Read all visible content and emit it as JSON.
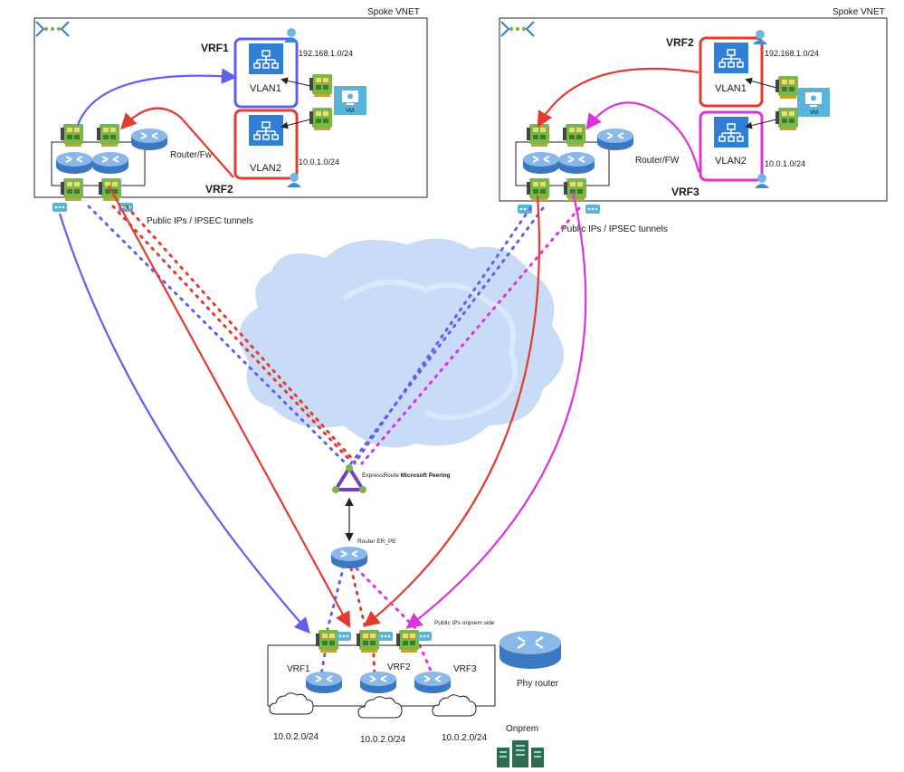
{
  "colors": {
    "blue": "#6060ee",
    "red": "#e03c31",
    "magenta": "#dd33dd",
    "vlan_box": "#2f7fd6",
    "router_blue": "#5b9bd5",
    "nic_green": "#7ab648",
    "cloud": "#c9dcf7"
  },
  "left_vnet": {
    "title": "Spoke VNET",
    "vrf_a": "VRF1",
    "vrf_b": "VRF2",
    "vlan_a": "VLAN1",
    "vlan_b": "VLAN2",
    "subnet_a": "192.168.1.0/24",
    "subnet_b": "10.0.1.0/24",
    "router_label": "Router/Fw",
    "vm_label": "VM"
  },
  "right_vnet": {
    "title": "Spoke VNET",
    "vrf_a": "VRF2",
    "vrf_b": "VRF3",
    "vlan_a": "VLAN1",
    "vlan_b": "VLAN2",
    "subnet_a": "192.168.1.0/24",
    "subnet_b": "10.0.1.0/24",
    "router_label": "Router/FW",
    "vm_label": "VM"
  },
  "tunnels_label_left": "Public IPs / IPSEC tunnels",
  "tunnels_label_right": "Public IPs / IPSEC tunnels",
  "expressroute": {
    "label_prefix": "ExpressRoute ",
    "label_bold": "Microsoft Peering"
  },
  "router_er_pe": "Router ER_PE",
  "onprem": {
    "public_ips_label": "Public IPs onprem side",
    "vrf1": "VRF1",
    "vrf2": "VRF2",
    "vrf3": "VRF3",
    "subnet1": "10.0.2.0/24",
    "subnet2": "10.0.2.0/24",
    "subnet3": "10.0.2.0/24",
    "phy_router": "Phy router",
    "onprem_label": "Onprem"
  }
}
